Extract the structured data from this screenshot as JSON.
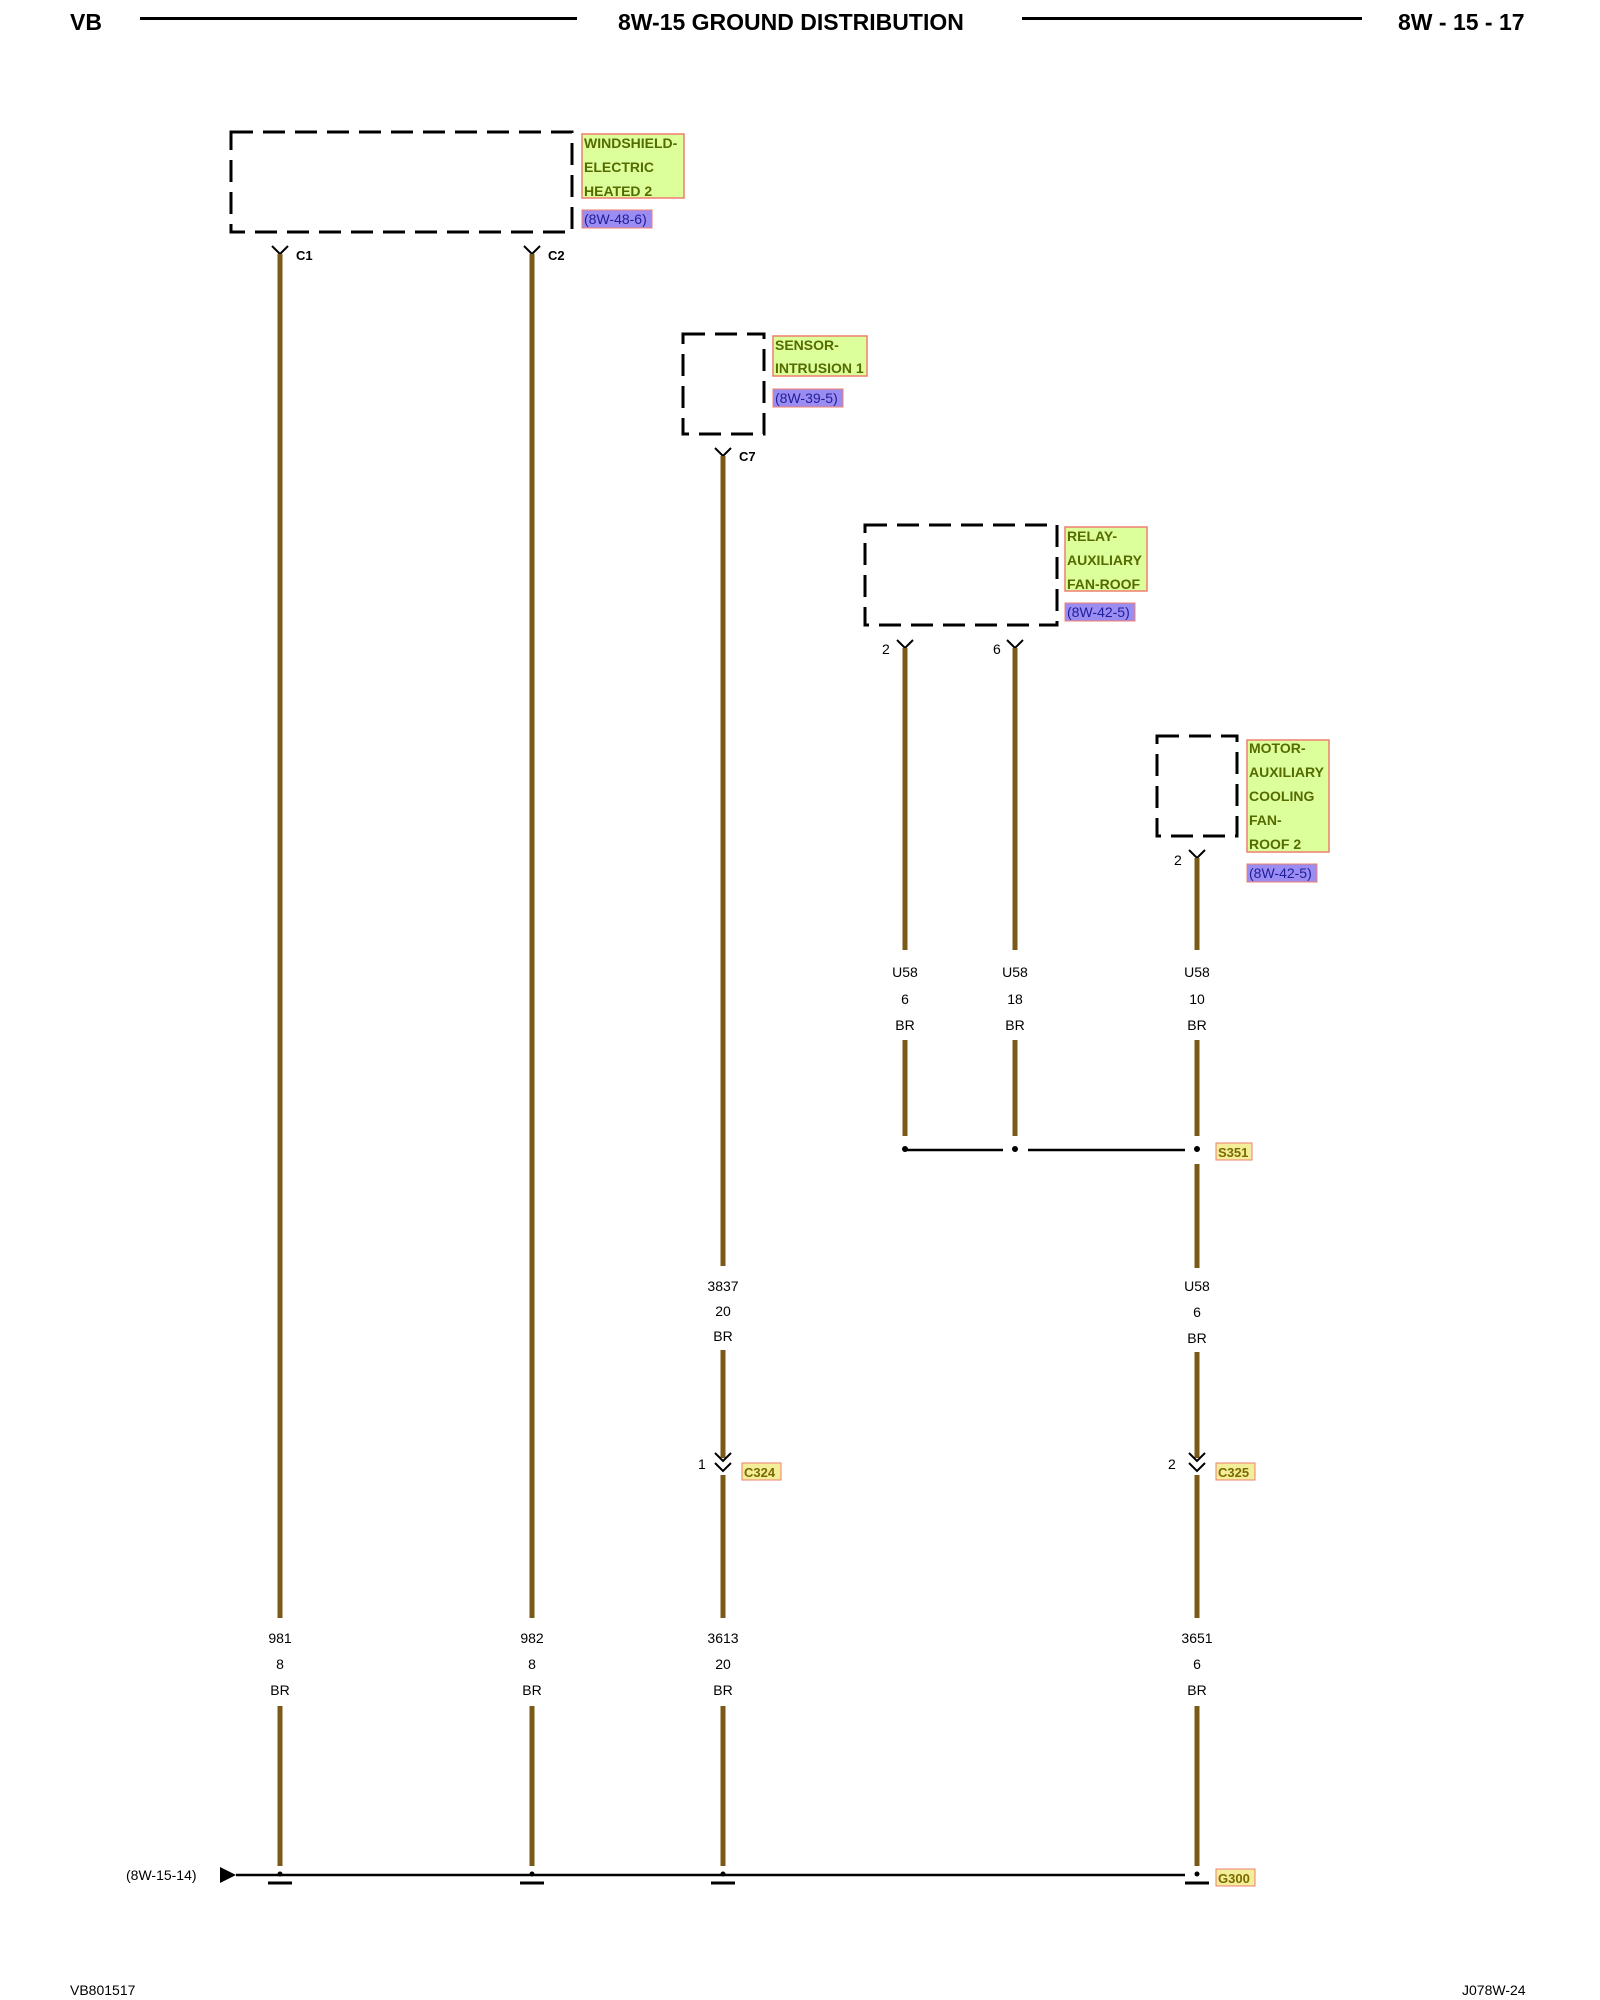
{
  "header": {
    "left": "VB",
    "title": "8W-15 GROUND DISTRIBUTION",
    "right": "8W - 15 - 17"
  },
  "components": [
    {
      "name_lines": [
        "WINDSHIELD-",
        "ELECTRIC",
        "HEATED 2"
      ],
      "ref": "(8W-48-6)",
      "pins": [
        "C1",
        "C2"
      ]
    },
    {
      "name_lines": [
        "SENSOR-",
        "INTRUSION 1"
      ],
      "ref": "(8W-39-5)",
      "pins": [
        "C7"
      ]
    },
    {
      "name_lines": [
        "RELAY-",
        "AUXILIARY",
        "FAN-ROOF"
      ],
      "ref": "(8W-42-5)",
      "pins": [
        "2",
        "6"
      ]
    },
    {
      "name_lines": [
        "MOTOR-",
        "AUXILIARY",
        "COOLING",
        "FAN-",
        "ROOF 2"
      ],
      "ref": "(8W-42-5)",
      "pins": [
        "2"
      ]
    }
  ],
  "wires": [
    {
      "circuit": "981",
      "gauge": "8",
      "color": "BR"
    },
    {
      "circuit": "982",
      "gauge": "8",
      "color": "BR"
    },
    {
      "circuit": "3837",
      "gauge": "20",
      "color": "BR"
    },
    {
      "circuit": "3613",
      "gauge": "20",
      "color": "BR"
    },
    {
      "circuit": "U58",
      "gauge": "6",
      "color": "BR"
    },
    {
      "circuit": "U58",
      "gauge": "18",
      "color": "BR"
    },
    {
      "circuit": "U58",
      "gauge": "10",
      "color": "BR"
    },
    {
      "circuit": "U58",
      "gauge": "6",
      "color": "BR"
    },
    {
      "circuit": "3651",
      "gauge": "6",
      "color": "BR"
    }
  ],
  "connectors": [
    {
      "name": "C324",
      "pin": "1"
    },
    {
      "name": "C325",
      "pin": "2"
    }
  ],
  "splice": "S351",
  "ground": "G300",
  "offpage_ref": "(8W-15-14)",
  "footer": {
    "left": "VB801517",
    "right": "J078W-24"
  },
  "colors": {
    "wire": "#7a5a16",
    "component_label_bg": "#dcff9c",
    "component_label_border": "#ef7f6f",
    "ref_bg": "#9b8cf2"
  }
}
